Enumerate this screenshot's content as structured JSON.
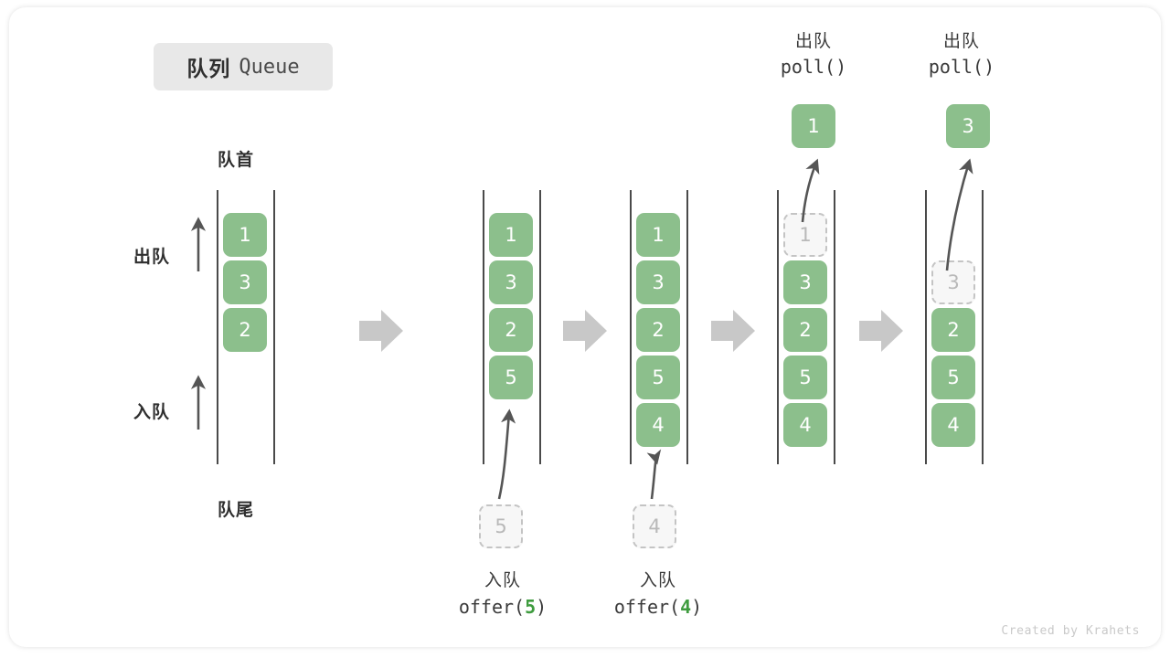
{
  "title": {
    "cn": "队列",
    "en": "Queue"
  },
  "labels": {
    "front": "队首",
    "rear": "队尾",
    "dequeue_side": "出队",
    "enqueue_side": "入队"
  },
  "watermark": "Created by Krahets",
  "colors": {
    "box_fill": "#8cbf8c",
    "box_text": "#ffffff",
    "ghost_fill": "#f7f7f7",
    "ghost_border": "#c4c4c4",
    "ghost_text": "#b9b9b9",
    "rail": "#4a4a4a",
    "arrow_gray": "#c8c8c8",
    "curve_arrow": "#555555",
    "accent_green": "#3f9c3f",
    "chip_bg": "#e8e8e8"
  },
  "steps": [
    {
      "id": "initial",
      "header": null,
      "footer": null,
      "items": [
        "1",
        "3",
        "2"
      ],
      "ghost_in_queue": null,
      "incoming": null,
      "popped": null
    },
    {
      "id": "offer-5",
      "header": null,
      "footer": {
        "l1": "入队",
        "l2_prefix": "offer(",
        "l2_num": "5",
        "l2_suffix": ")"
      },
      "items": [
        "1",
        "3",
        "2",
        "5"
      ],
      "ghost_in_queue": null,
      "incoming": "5",
      "popped": null
    },
    {
      "id": "offer-4",
      "header": null,
      "footer": {
        "l1": "入队",
        "l2_prefix": "offer(",
        "l2_num": "4",
        "l2_suffix": ")"
      },
      "items": [
        "1",
        "3",
        "2",
        "5",
        "4"
      ],
      "ghost_in_queue": null,
      "incoming": "4",
      "popped": null
    },
    {
      "id": "poll-1",
      "header": {
        "l1": "出队",
        "l2": "poll()"
      },
      "footer": null,
      "items": [
        "3",
        "2",
        "5",
        "4"
      ],
      "ghost_in_queue": "1",
      "incoming": null,
      "popped": "1"
    },
    {
      "id": "poll-3",
      "header": {
        "l1": "出队",
        "l2": "poll()"
      },
      "footer": null,
      "items": [
        "2",
        "5",
        "4"
      ],
      "ghost_in_queue": "3",
      "incoming": null,
      "popped": "3"
    }
  ],
  "chart_data": {
    "type": "diagram",
    "title": "队列 Queue",
    "structure": "queue (FIFO)",
    "operations": [
      "offer(5)",
      "offer(4)",
      "poll()",
      "poll()"
    ],
    "states": [
      [
        "1",
        "3",
        "2"
      ],
      [
        "1",
        "3",
        "2",
        "5"
      ],
      [
        "1",
        "3",
        "2",
        "5",
        "4"
      ],
      [
        "3",
        "2",
        "5",
        "4"
      ],
      [
        "2",
        "5",
        "4"
      ]
    ],
    "returned": [
      null,
      null,
      null,
      "1",
      "3"
    ]
  }
}
